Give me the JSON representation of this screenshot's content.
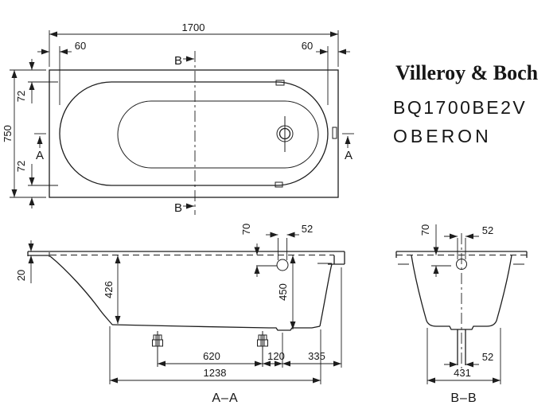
{
  "brand": {
    "name": "Villeroy & Boch",
    "model": "BQ1700BE2V",
    "series": "OBERON"
  },
  "top_view": {
    "length": "1700",
    "offset_left": "60",
    "offset_right": "60",
    "width": "750",
    "inset_top": "72",
    "inset_bottom": "72",
    "marker_a": "A",
    "marker_b": "B"
  },
  "section_aa": {
    "label": "A–A",
    "rim_thickness": "20",
    "back_depth": "426",
    "drain_offset": "70",
    "drain_dia": "52",
    "depth": "450",
    "feet_spacing": "620",
    "foot_to_drain": "120",
    "drain_to_end": "335",
    "bottom_length": "1238"
  },
  "section_bb": {
    "label": "B–B",
    "drain_offset": "70",
    "drain_dia_top": "52",
    "drain_dia_bottom": "52",
    "bottom_width": "431"
  },
  "colors": {
    "line": "#1d1d1d",
    "background": "#ffffff"
  }
}
